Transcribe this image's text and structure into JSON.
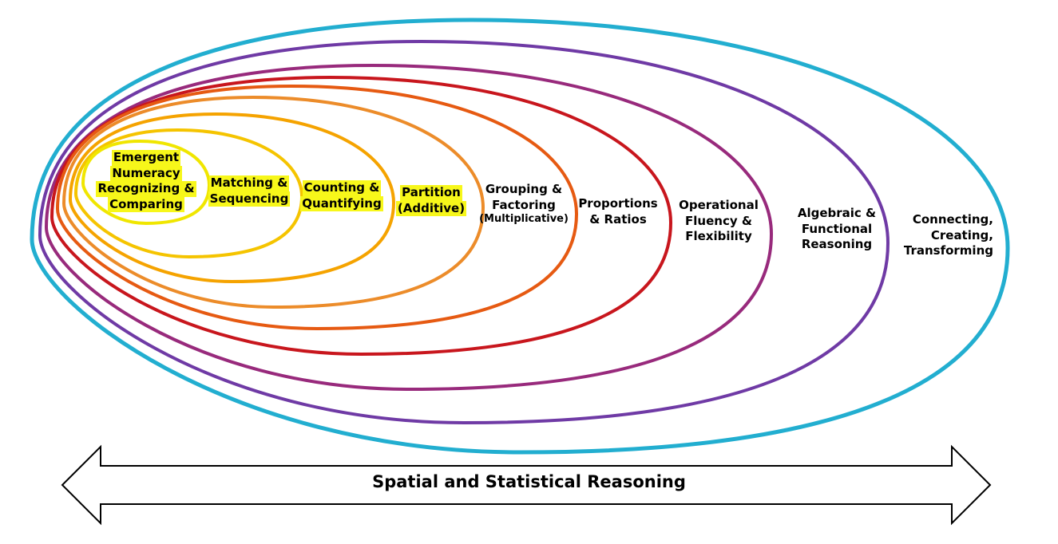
{
  "diagram": {
    "stages": [
      {
        "id": "emergent",
        "lines": [
          "Emergent",
          "Numeracy",
          "Recognizing &",
          "Comparing"
        ],
        "color": "#f0e600",
        "highlight": true
      },
      {
        "id": "matching",
        "lines": [
          "Matching &",
          "Sequencing"
        ],
        "color": "#f5c400",
        "highlight": true
      },
      {
        "id": "counting",
        "lines": [
          "Counting &",
          "Quantifying"
        ],
        "color": "#f5a300",
        "highlight": true
      },
      {
        "id": "partition",
        "lines": [
          "Partition",
          "(Additive)"
        ],
        "color": "#ec8c2a",
        "highlight": true
      },
      {
        "id": "grouping",
        "lines": [
          "Grouping &",
          "Factoring"
        ],
        "sublabel": "(Multiplicative)",
        "color": "#e65a12",
        "highlight": false
      },
      {
        "id": "proportions",
        "lines": [
          "Proportions",
          "& Ratios"
        ],
        "color": "#c8161d",
        "highlight": false
      },
      {
        "id": "operational",
        "lines": [
          "Operational",
          "Fluency &",
          "Flexibility"
        ],
        "color": "#982a7c",
        "highlight": false
      },
      {
        "id": "algebraic",
        "lines": [
          "Algebraic &",
          "Functional",
          "Reasoning"
        ],
        "color": "#6f3aa5",
        "highlight": false
      },
      {
        "id": "connecting",
        "lines": [
          "Connecting,",
          "Creating,",
          "Transforming"
        ],
        "color": "#4f72c4",
        "highlight": false
      },
      {
        "id": "outer",
        "lines": [],
        "color": "#22aed0",
        "highlight": false
      }
    ],
    "banner": "Spatial and Statistical Reasoning"
  }
}
